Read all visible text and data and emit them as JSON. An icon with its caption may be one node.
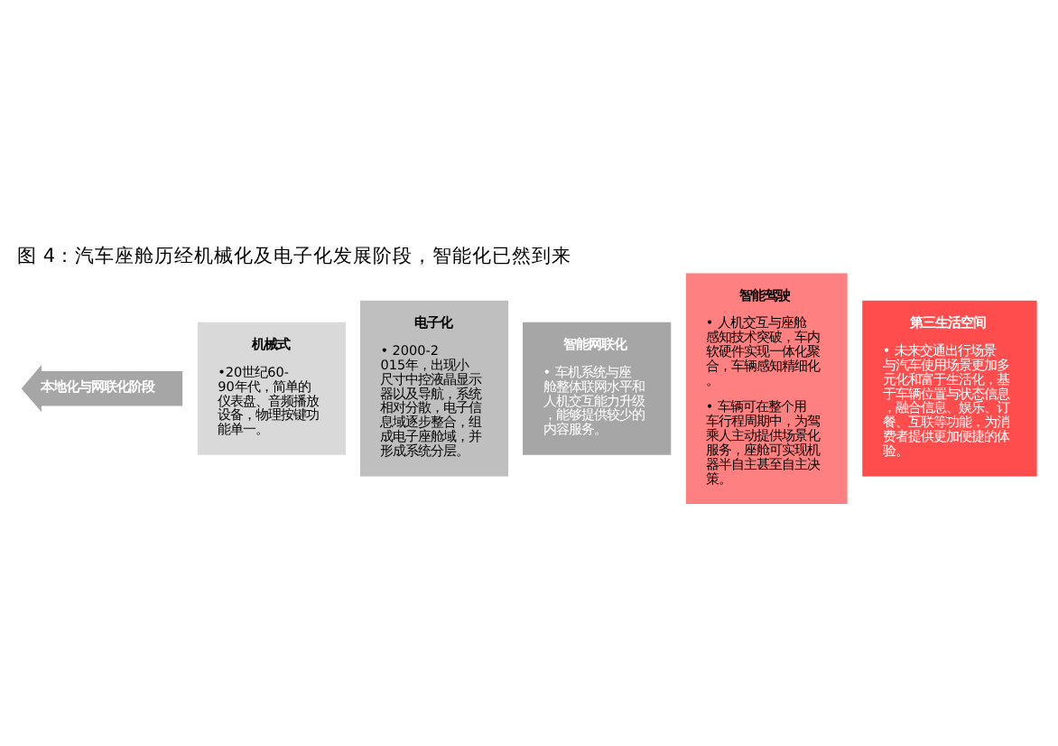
{
  "diagram": {
    "title": "图 4：汽车座舱历经机械化及电子化发展阶段，智能化已然到来",
    "nodes": [
      {
        "text": [
          "本地化与网联化阶段"
        ]
      },
      {
        "text": [
          "机械式",
          "•20世纪60-90年代，简单的仪表盘、音频播放设备，物理按键功能单一。"
        ]
      },
      {
        "text": [
          "电子化",
          "• 2000-2015年，出现小尺寸中控液晶显示器以及导航，系统相对分散，电子信息域逐步整合，组成电子座舱域，并形成系统分层。"
        ]
      },
      {
        "text": [
          "智能网联化",
          "• 车机系统与座舱整体联网水平和人机交互能力升级，能够提供较少的内容服务。"
        ]
      },
      {
        "text": [
          "智能驾驶",
          "• 人机交互与座舱感知技术突破，车内软硬件实现一体化聚合，车辆感知精细化。",
          "• 车辆可在整个用车行程周期中，为驾乘人主动提供场景化服务，座舱可实现机器半自主甚至自主决策。"
        ]
      },
      {
        "text": [
          "第三生活空间",
          "• 未来交通出行场景与汽车使用场景更加多元化和富于生活化，基于车辆位置与状态信息，融合信息、娱乐、订餐、互联等功能，为消费者提供更加便捷的体验。"
        ]
      }
    ],
    "edges": []
  }
}
